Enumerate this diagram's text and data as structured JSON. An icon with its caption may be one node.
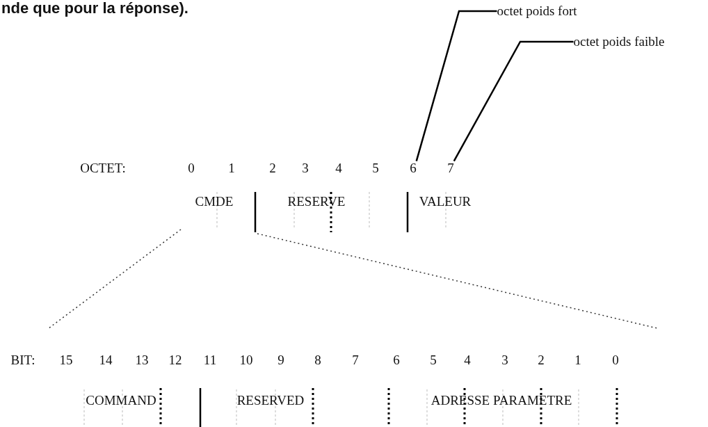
{
  "diagram": {
    "nodes": [
      {
        "text": [
          "octet poids fort"
        ]
      },
      {
        "text": [
          "octet poids faible"
        ]
      },
      {
        "text": [
          "6"
        ]
      },
      {
        "text": [
          "7"
        ]
      }
    ],
    "edges": [
      {
        "from": 0,
        "to": 2,
        "arrow": "none"
      },
      {
        "from": 1,
        "to": 3,
        "arrow": "none"
      }
    ],
    "labels": [
      "nde que pour la réponse).",
      "OCTET:",
      "0",
      "1",
      "2",
      "3",
      "4",
      "5",
      "CMDE",
      "RESERVE",
      "VALEUR",
      "BIT:",
      "15",
      "14",
      "13",
      "12",
      "11",
      "10",
      "9",
      "8",
      "7",
      "6",
      "5",
      "4",
      "3",
      "2",
      "1",
      "0",
      "COMMAND",
      "RESERVED",
      "ADRESSE PARAMETRE"
    ]
  }
}
